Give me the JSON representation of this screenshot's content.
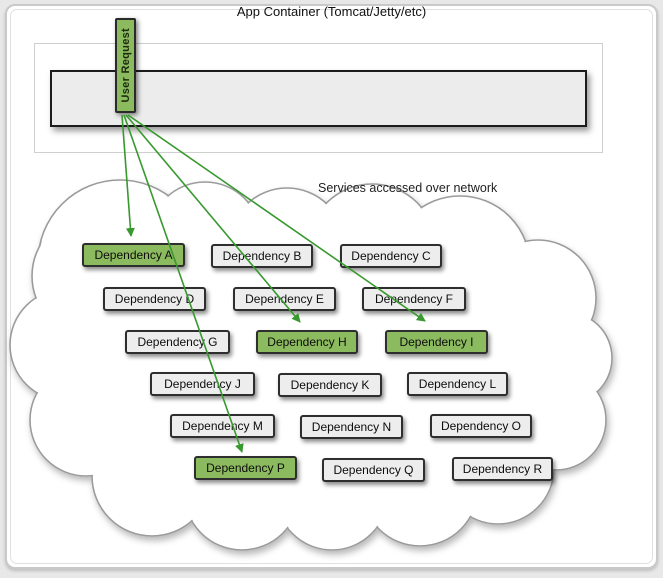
{
  "app_container": {
    "title": "App Container (Tomcat/Jetty/etc)"
  },
  "user_request": {
    "label": "User Request"
  },
  "cloud": {
    "caption": "Services accessed over network",
    "dependencies": [
      {
        "id": "A",
        "label": "Dependency A",
        "highlighted": true
      },
      {
        "id": "B",
        "label": "Dependency B",
        "highlighted": false
      },
      {
        "id": "C",
        "label": "Dependency C",
        "highlighted": false
      },
      {
        "id": "D",
        "label": "Dependency D",
        "highlighted": false
      },
      {
        "id": "E",
        "label": "Dependency E",
        "highlighted": false
      },
      {
        "id": "F",
        "label": "Dependency F",
        "highlighted": false
      },
      {
        "id": "G",
        "label": "Dependency G",
        "highlighted": false
      },
      {
        "id": "H",
        "label": "Dependency H",
        "highlighted": true
      },
      {
        "id": "I",
        "label": "Dependency I",
        "highlighted": true
      },
      {
        "id": "J",
        "label": "Dependency J",
        "highlighted": false
      },
      {
        "id": "K",
        "label": "Dependency K",
        "highlighted": false
      },
      {
        "id": "L",
        "label": "Dependency L",
        "highlighted": false
      },
      {
        "id": "M",
        "label": "Dependency M",
        "highlighted": false
      },
      {
        "id": "N",
        "label": "Dependency N",
        "highlighted": false
      },
      {
        "id": "O",
        "label": "Dependency O",
        "highlighted": false
      },
      {
        "id": "P",
        "label": "Dependency P",
        "highlighted": true
      },
      {
        "id": "Q",
        "label": "Dependency Q",
        "highlighted": false
      },
      {
        "id": "R",
        "label": "Dependency R",
        "highlighted": false
      }
    ]
  },
  "arrows": {
    "source": "User Request",
    "targets": [
      "Dependency A",
      "Dependency P",
      "Dependency H",
      "Dependency I"
    ]
  },
  "colors": {
    "highlight_green": "#8cba5e",
    "arrow_green": "#38992e",
    "box_gray": "#ededed",
    "cloud_stroke": "#9b9b9b"
  }
}
